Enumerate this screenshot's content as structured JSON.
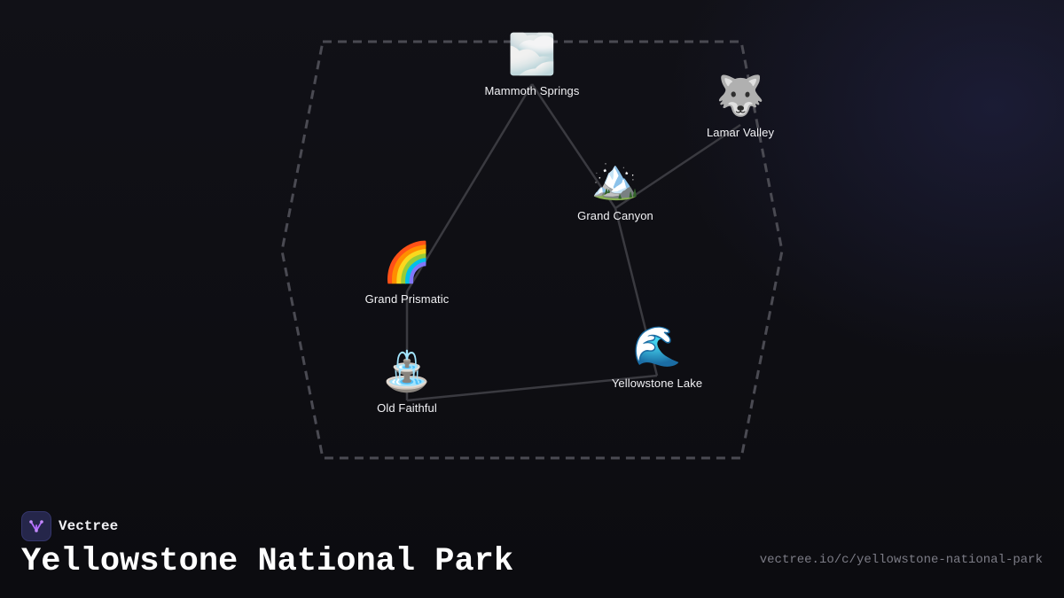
{
  "brand": {
    "name": "Vectree",
    "logo_icon": "vectree-logo-icon"
  },
  "title": "Yellowstone National Park",
  "url": "vectree.io/c/yellowstone-national-park",
  "colors": {
    "background": "#0e0e13",
    "edge": "#3a3a40",
    "boundary": "#4a4a52",
    "logo_bg": "#25264a",
    "logo_accent": "#b46cff",
    "text": "#f2f2f5",
    "url_text": "#7c7c86"
  },
  "nodes": [
    {
      "id": "mammoth-springs",
      "label": "Mammoth Springs",
      "emoji": "🌫️",
      "icon": "fog-icon"
    },
    {
      "id": "lamar-valley",
      "label": "Lamar Valley",
      "emoji": "🐺",
      "icon": "wolf-icon"
    },
    {
      "id": "grand-canyon",
      "label": "Grand Canyon",
      "emoji": "🏔️",
      "icon": "mountain-icon"
    },
    {
      "id": "grand-prismatic",
      "label": "Grand Prismatic",
      "emoji": "🌈",
      "icon": "rainbow-icon"
    },
    {
      "id": "yellowstone-lake",
      "label": "Yellowstone Lake",
      "emoji": "🌊",
      "icon": "wave-icon"
    },
    {
      "id": "old-faithful",
      "label": "Old Faithful",
      "emoji": "⛲",
      "icon": "fountain-icon"
    }
  ],
  "edges": [
    {
      "from": "mammoth-springs",
      "to": "grand-prismatic"
    },
    {
      "from": "mammoth-springs",
      "to": "grand-canyon"
    },
    {
      "from": "grand-canyon",
      "to": "lamar-valley"
    },
    {
      "from": "grand-canyon",
      "to": "yellowstone-lake"
    },
    {
      "from": "yellowstone-lake",
      "to": "old-faithful"
    },
    {
      "from": "old-faithful",
      "to": "grand-prismatic"
    }
  ]
}
